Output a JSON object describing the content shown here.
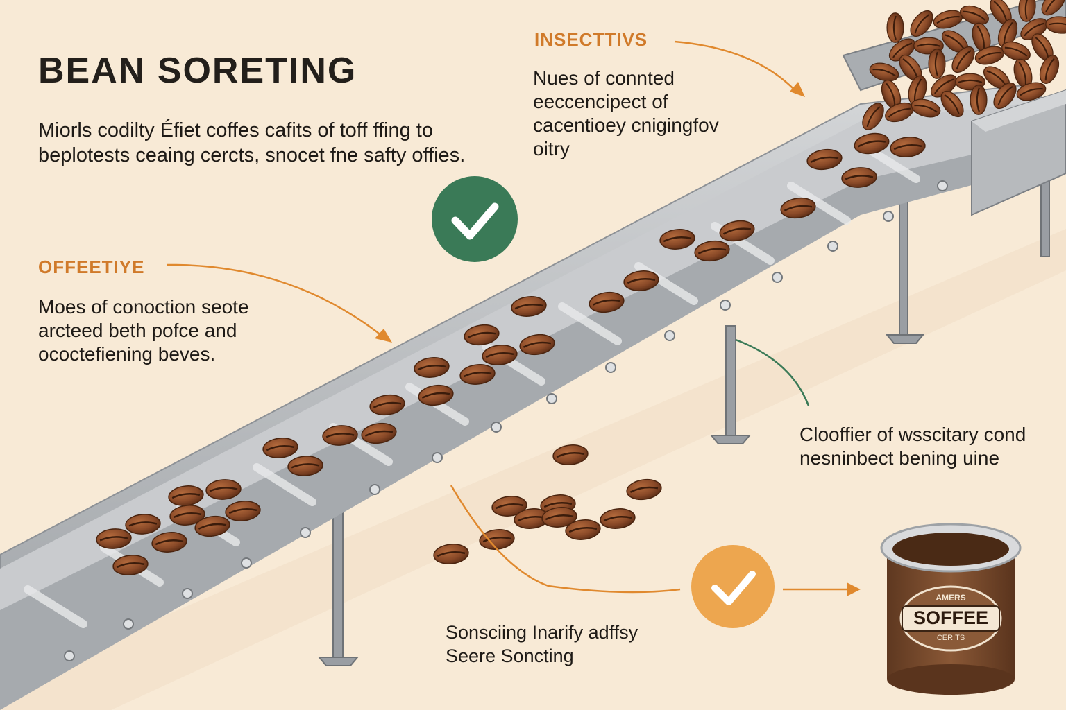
{
  "title": "BEAN SORETING",
  "intro": "Miorls codilty Éfiet coffes cafits of toff ffing to beplotests ceaing cercts, snocet fne safty offies.",
  "callouts": {
    "top": {
      "label": "INSECTTIVS",
      "body": "Nues of connted eeccencipect of cacentioey cnigingfov oitry"
    },
    "left": {
      "label": "OFFEETIYE",
      "body": "Moes of conoction seote arcteed beth pofce and ococtefiening beves."
    },
    "right": {
      "body": "Clooffier of wsscitary cond nesninbect bening uine"
    },
    "bottom": {
      "body": "Sonsciing Inarify adffsy Seere Soncting"
    }
  },
  "can": {
    "brand": "SOFFEE",
    "ring_text": "AMERS",
    "bottom_text": "CERITS"
  },
  "colors": {
    "background": "#f8ead6",
    "accent_orange": "#e0892e",
    "check_green": "#3a7a57",
    "check_orange": "#eda64f",
    "bean": "#8a4a28",
    "belt_metal": "#b9bcc0",
    "can_brown": "#7b4c2e"
  },
  "icons": [
    "check-icon",
    "arrow-icon",
    "coffee-bean-icon",
    "coffee-can-icon"
  ]
}
